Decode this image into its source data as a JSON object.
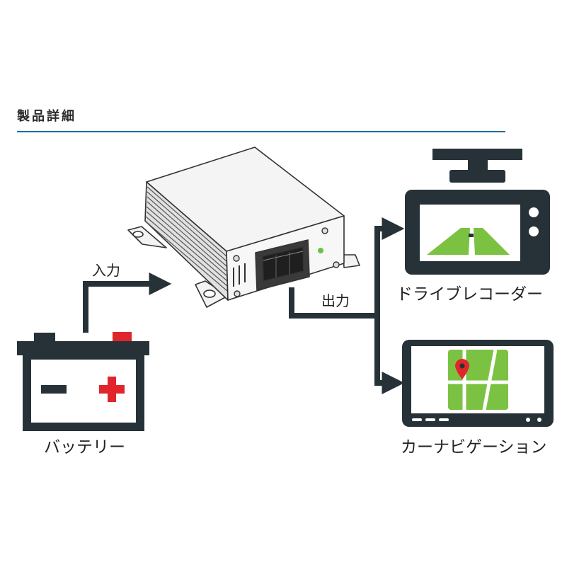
{
  "header": {
    "title": "製品詳細"
  },
  "flow": {
    "input_label": "入力",
    "output_label": "出力"
  },
  "devices": {
    "battery": {
      "label": "バッテリー",
      "icon": "car-battery-icon",
      "plus_color": "#e0262b"
    },
    "drive_recorder": {
      "label": "ドライブレコーダー",
      "icon": "dashcam-icon",
      "screen_color": "#7cc242"
    },
    "car_navigation": {
      "label": "カーナビゲーション",
      "icon": "car-navigation-icon",
      "map_color": "#7cc242",
      "pin_color": "#e0262b"
    },
    "converter": {
      "icon": "converter-box-icon",
      "led_color": "#6cc04a"
    }
  },
  "colors": {
    "dark": "#263238",
    "accent_rule": "#1f6ea3"
  }
}
